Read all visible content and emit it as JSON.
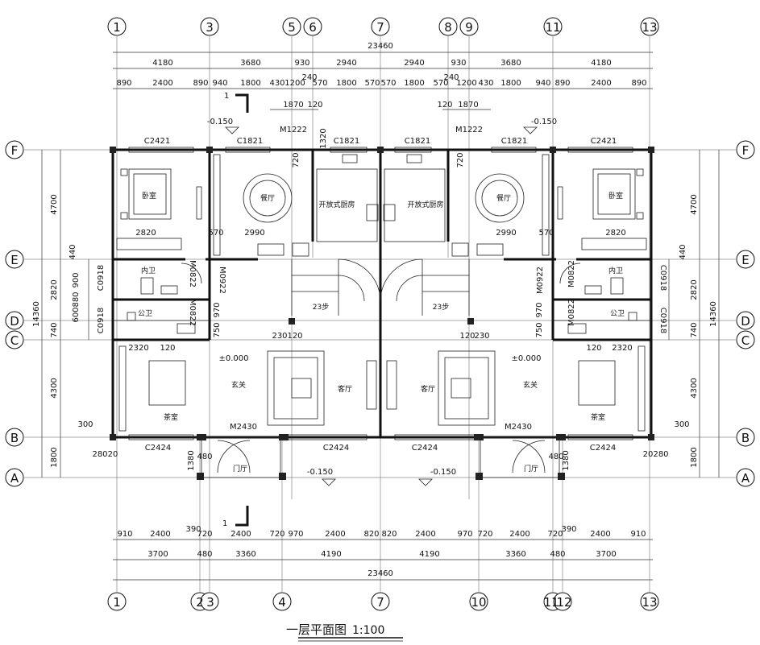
{
  "drawing": {
    "title": "一层平面图",
    "scale": "1:100",
    "top_total": "23460",
    "bottom_total": "23460",
    "left_total": "14360",
    "right_total": "14360"
  },
  "grid": {
    "top": [
      "1",
      "3",
      "5",
      "6",
      "7",
      "8",
      "9",
      "11",
      "13"
    ],
    "bottom": [
      "1",
      "2",
      "3",
      "4",
      "7",
      "10",
      "11",
      "12",
      "13"
    ],
    "rows": [
      "F",
      "E",
      "D",
      "C",
      "B",
      "A"
    ]
  },
  "dims": {
    "top_row1": [
      "4180",
      "3680",
      "930",
      "2940",
      "2940",
      "930",
      "3680",
      "4180"
    ],
    "top_row2": [
      "890",
      "2400",
      "890",
      "940",
      "1800",
      "430",
      "1200",
      "570",
      "1800",
      "570",
      "570",
      "1800",
      "570",
      "1200",
      "430",
      "1800",
      "940",
      "890",
      "2400",
      "890"
    ],
    "top_small": [
      "240",
      "240",
      "1870",
      "1870",
      "120",
      "120",
      "1320",
      "720",
      "720"
    ],
    "bottom_row1": [
      "910",
      "2400",
      "720",
      "2400",
      "720",
      "970",
      "2400",
      "820",
      "820",
      "2400",
      "970",
      "720",
      "2400",
      "720",
      "2400",
      "910"
    ],
    "bottom_row2": [
      "3700",
      "480",
      "3360",
      "4190",
      "4190",
      "3360",
      "480",
      "3700"
    ],
    "left": [
      "4700",
      "440",
      "2820",
      "740",
      "4300",
      "1800"
    ],
    "left_sub": [
      "900",
      "880",
      "600"
    ],
    "right": [
      "4700",
      "440",
      "2820",
      "740",
      "4300",
      "1800"
    ],
    "misc": [
      "2820",
      "2820",
      "2990",
      "2990",
      "2320",
      "2320",
      "120",
      "120",
      "570",
      "570",
      "970",
      "970",
      "750",
      "750",
      "230",
      "230",
      "120",
      "120",
      "300",
      "300",
      "280",
      "280",
      "20",
      "20",
      "1380",
      "1380",
      "480",
      "480",
      "390",
      "390"
    ]
  },
  "rooms": {
    "bedroom": "卧室",
    "dining": "餐厅",
    "kitchen": "开放式厨房",
    "inner_bath": "内卫",
    "public_bath": "公卫",
    "tea_room": "茶室",
    "foyer": "玄关",
    "living": "客厅",
    "porch": "门厅",
    "stairs": "23步"
  },
  "tags": {
    "c2421": "C2421",
    "c1821": "C1821",
    "m1222": "M1222",
    "m0822": "M0822",
    "m0922": "M0922",
    "c0918": "C0918",
    "c2424": "C2424",
    "m2430": "M2430",
    "elev_low": "-0.150",
    "elev_zero": "±0.000",
    "section": "1"
  }
}
